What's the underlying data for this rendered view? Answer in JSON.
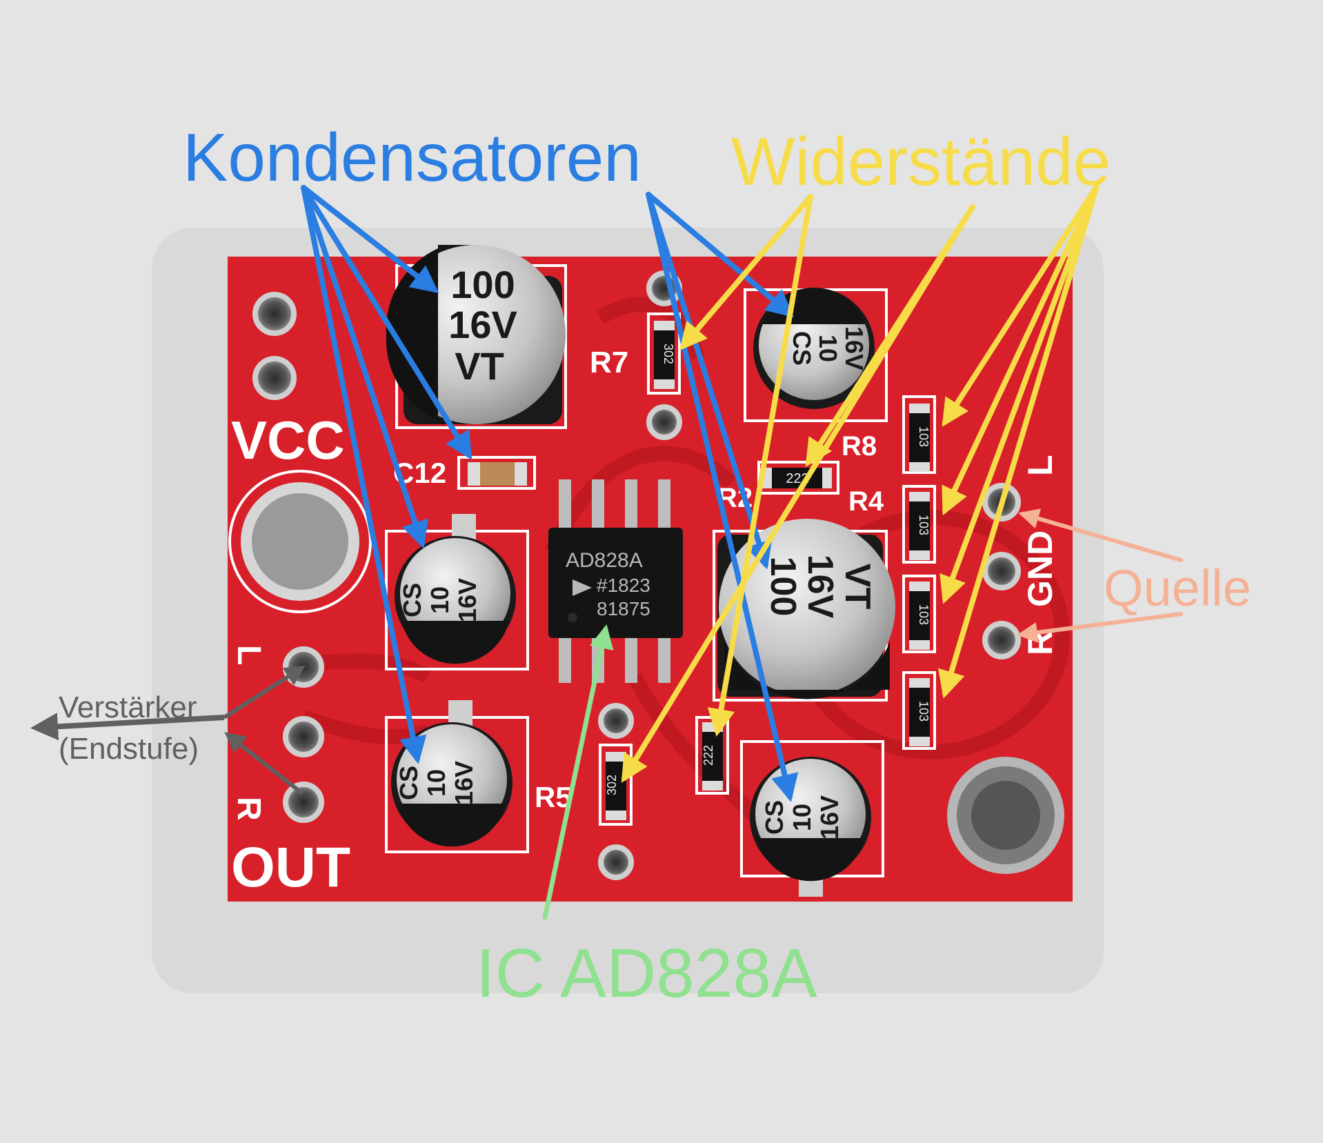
{
  "labels": {
    "capacitors": "Kondensatoren",
    "resistors": "Widerstände",
    "source": "Quelle",
    "amplifier_line1": "Verstärker",
    "amplifier_line2": "(Endstufe)",
    "ic": "IC AD828A"
  },
  "colors": {
    "capacitors": "#2a7de1",
    "resistors": "#f7dc4a",
    "source": "#f4b196",
    "amplifier": "#606060",
    "ic": "#8fe08f",
    "pcb": "#d8202a",
    "background": "#e4e4e4"
  },
  "board": {
    "silkscreen": {
      "vcc": "VCC",
      "out": "OUT",
      "l": "L",
      "r": "R",
      "gnd": "GND",
      "c12": "C12",
      "r7": "R7",
      "r8": "R8",
      "r2": "R2",
      "r4": "R4",
      "r5": "R5"
    },
    "big_caps": [
      {
        "lines": [
          "100",
          "16V",
          "VT"
        ]
      },
      {
        "lines": [
          "100",
          "16V",
          "VT"
        ]
      }
    ],
    "small_caps": [
      {
        "lines": [
          "CS",
          "10",
          "16V"
        ]
      },
      {
        "lines": [
          "CS",
          "10",
          "16V"
        ]
      },
      {
        "lines": [
          "CS",
          "10",
          "16V"
        ]
      },
      {
        "lines": [
          "CS",
          "10",
          "16V"
        ]
      }
    ],
    "ic_chip": {
      "line1": "AD828A",
      "line2": "#1823",
      "line3": "81875"
    },
    "resistor_codes": {
      "r222": "222",
      "r103": "103",
      "r302": "302",
      "r7code": "302"
    }
  }
}
